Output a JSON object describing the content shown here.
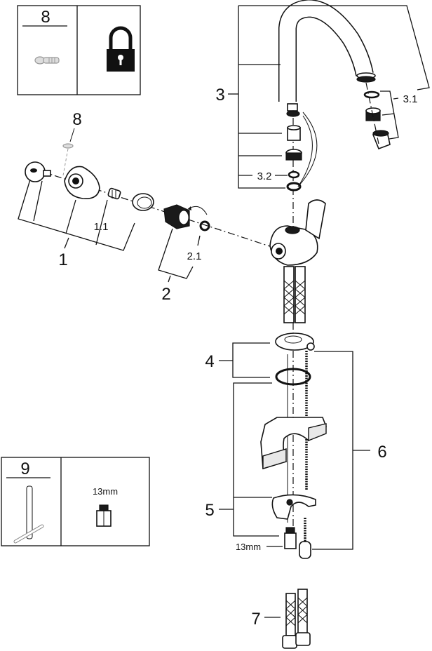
{
  "diagram": {
    "box_top": {
      "number": "8",
      "part": "screw",
      "icon": "padlock-icon"
    },
    "box_bottom": {
      "number": "9",
      "part": "mounting-tool",
      "size_label": "13mm"
    },
    "callouts": {
      "c1": "1",
      "c1_1": "1.1",
      "c2": "2",
      "c2_1": "2.1",
      "c3": "3",
      "c3_1": "3.1",
      "c3_2": "3.2",
      "c4": "4",
      "c5": "5",
      "c6": "6",
      "c7": "7",
      "c8": "8",
      "size_13mm": "13mm"
    }
  }
}
